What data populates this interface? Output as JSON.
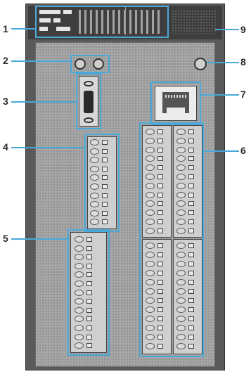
{
  "callouts": {
    "c1": "1",
    "c2": "2",
    "c3": "3",
    "c4": "4",
    "c5": "5",
    "c6": "6",
    "c7": "7",
    "c8": "8",
    "c9": "9"
  },
  "colors": {
    "highlight": "#4aa8d8",
    "housing": "#5a5a5a",
    "panel": "#a6a6a6"
  }
}
